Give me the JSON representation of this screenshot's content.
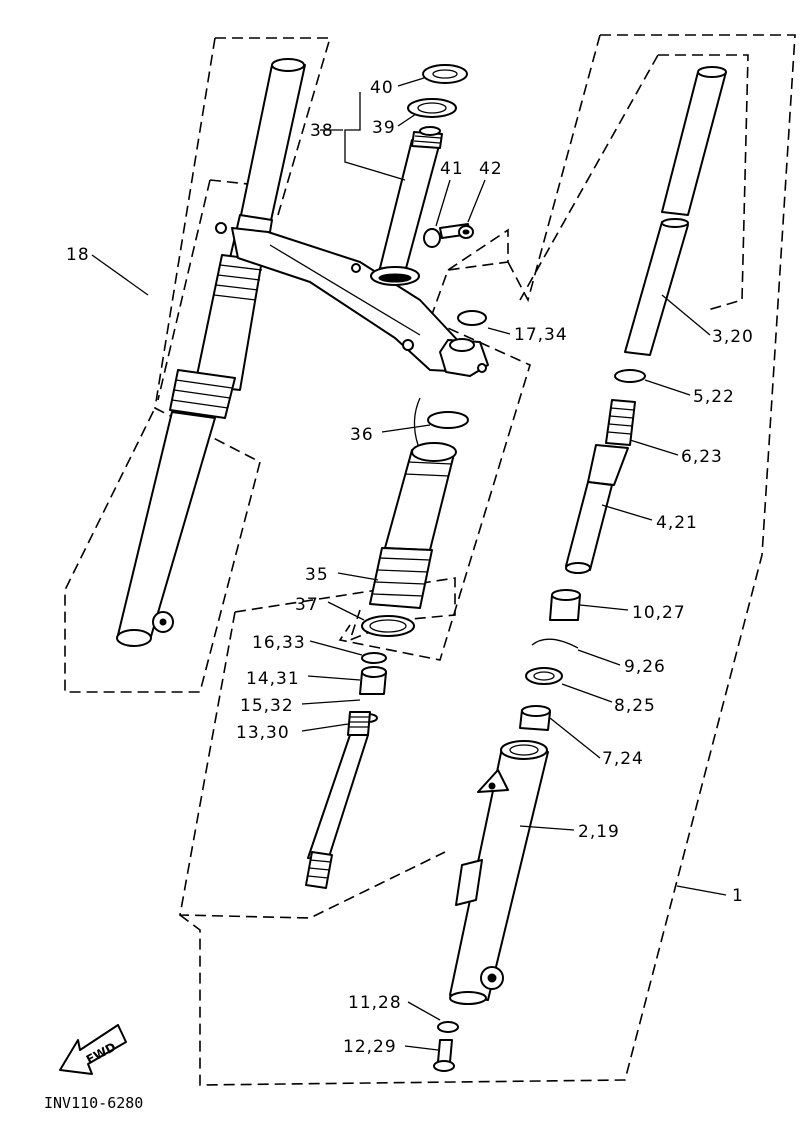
{
  "diagram": {
    "code": "INV110-6280",
    "fwd_label": "FWD",
    "callouts": {
      "c40": "40",
      "c39": "39",
      "c38": "38",
      "c41": "41",
      "c42": "42",
      "c18": "18",
      "c17_34": "17,34",
      "c3_20": "3,20",
      "c5_22": "5,22",
      "c36": "36",
      "c6_23": "6,23",
      "c4_21": "4,21",
      "c35": "35",
      "c37": "37",
      "c10_27": "10,27",
      "c16_33": "16,33",
      "c9_26": "9,26",
      "c14_31": "14,31",
      "c15_32": "15,32",
      "c8_25": "8,25",
      "c13_30": "13,30",
      "c7_24": "7,24",
      "c2_19": "2,19",
      "c1": "1",
      "c11_28": "11,28",
      "c12_29": "12,29"
    }
  }
}
